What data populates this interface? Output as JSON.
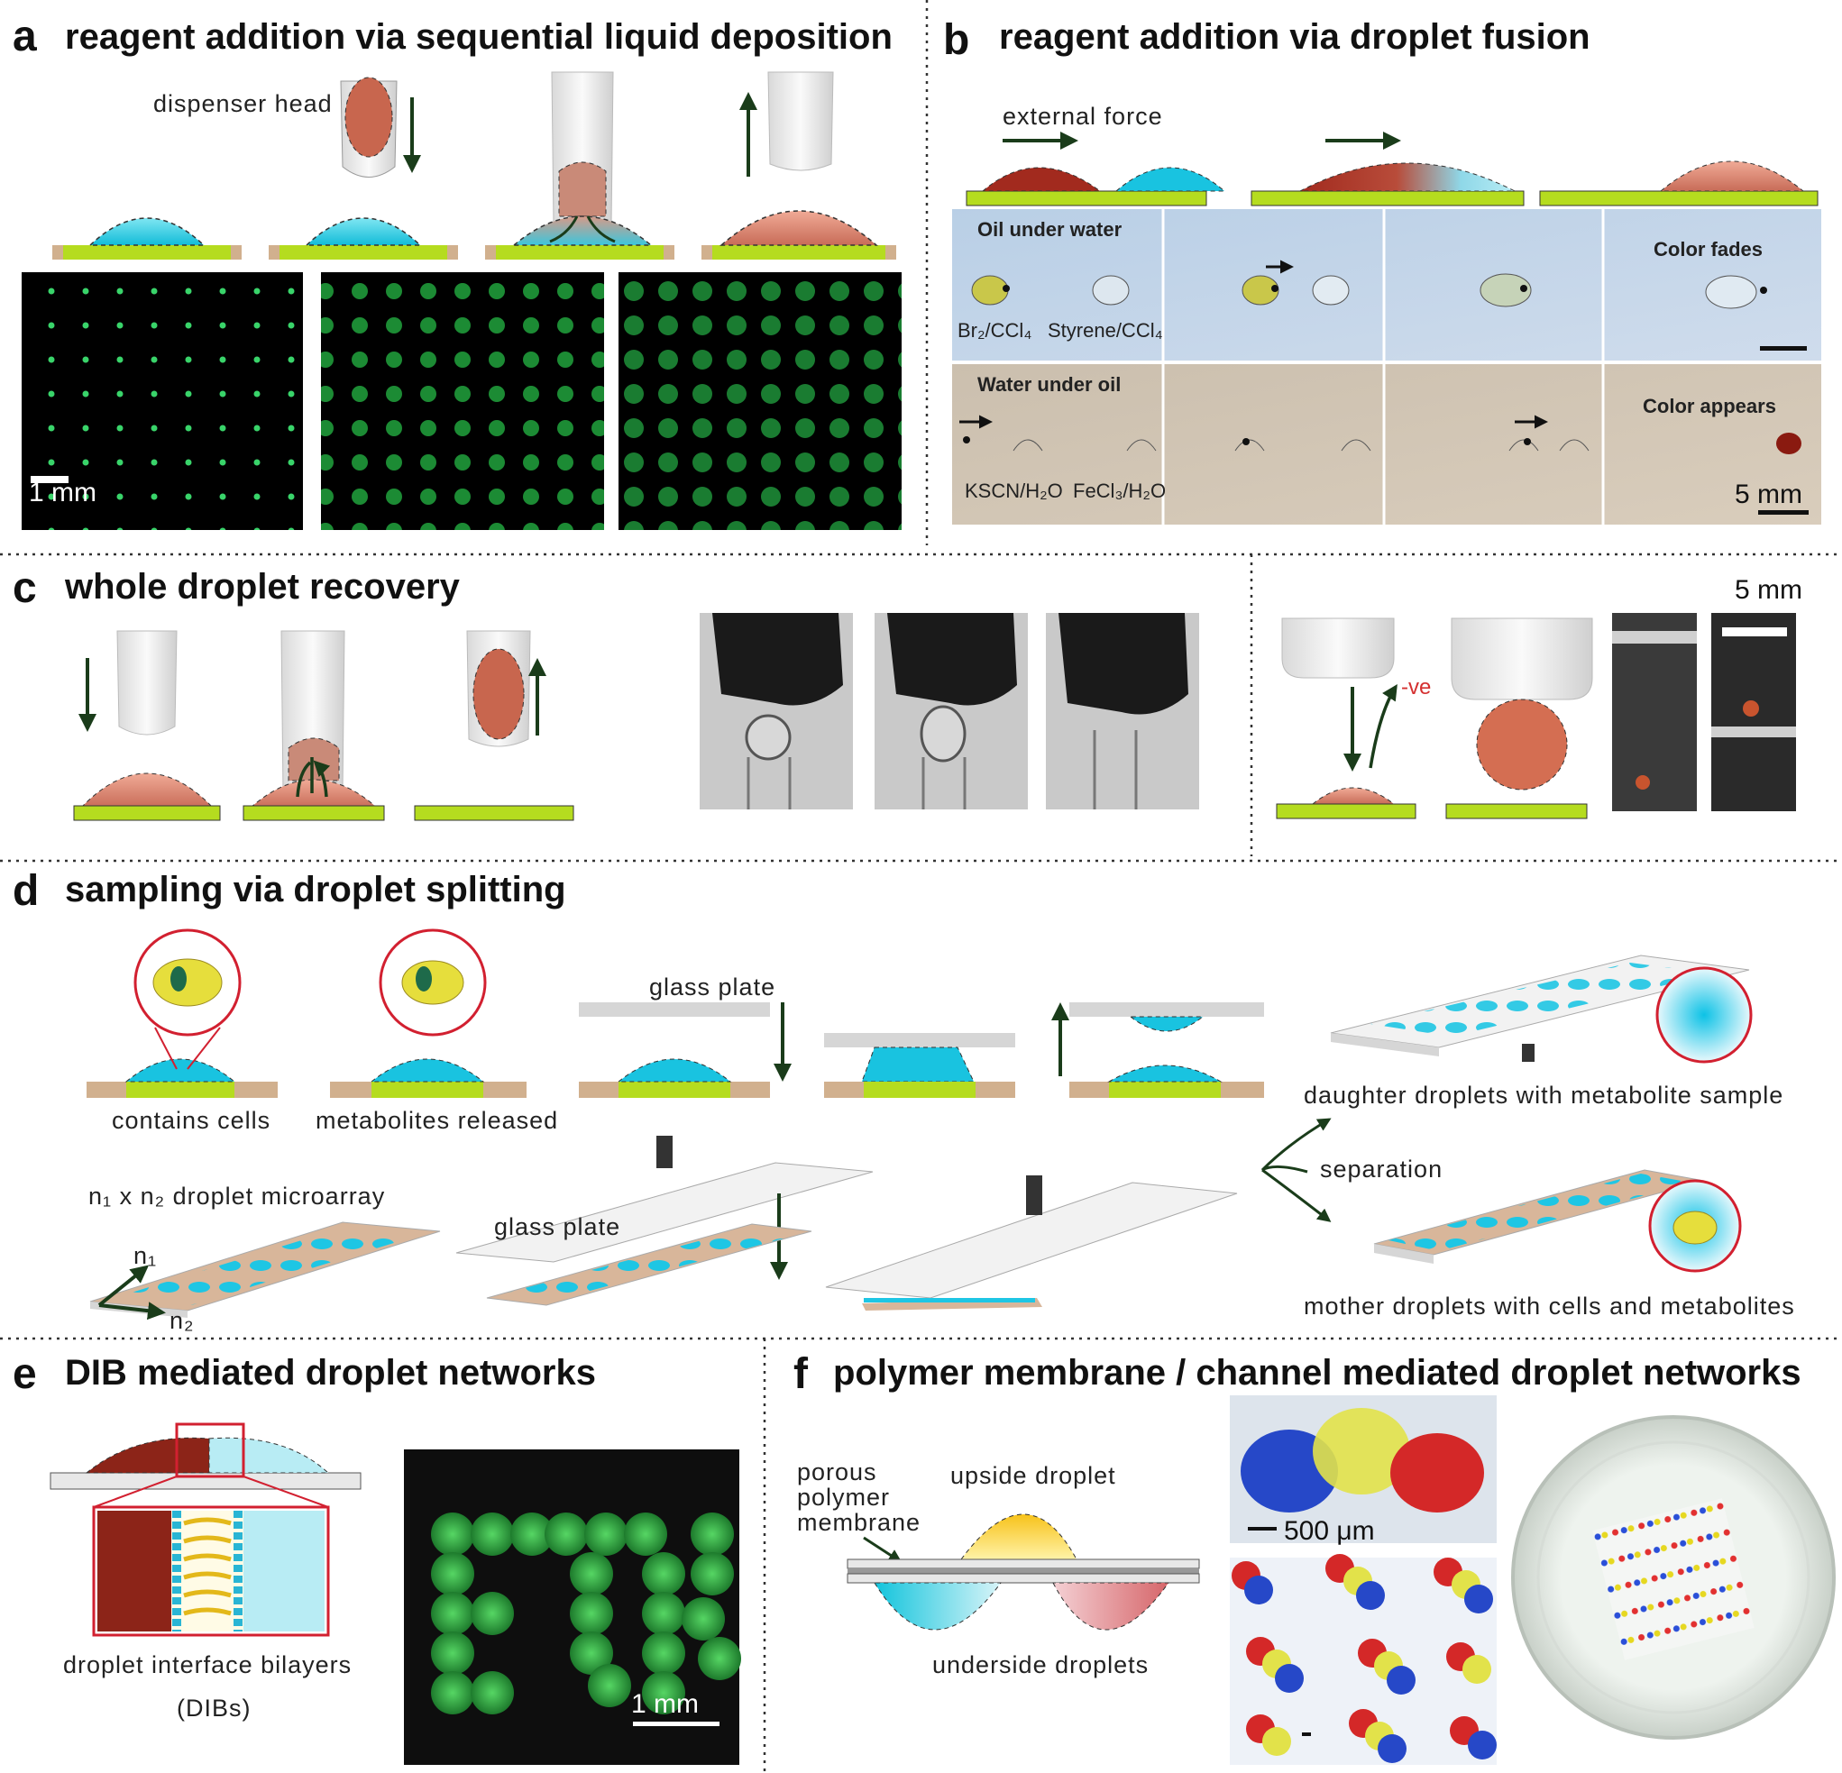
{
  "panels": {
    "a": {
      "letter": "a",
      "title": "reagent addition via sequential liquid deposition",
      "dispenser_label": "dispenser  head",
      "scale": "1 mm"
    },
    "b": {
      "letter": "b",
      "title": "reagent addition via droplet fusion",
      "force_label": "external  force",
      "oil_under_water": "Oil under water",
      "color_fades": "Color fades",
      "water_under_oil": "Water under oil",
      "color_appears": "Color appears",
      "br2_label": "Br₂/CCl₄",
      "styrene_label": "Styrene/CCl₄",
      "kscn_label": "KSCN/H₂O",
      "fecl3_label": "FeCl₃/H₂O",
      "scale": "5 mm"
    },
    "c": {
      "letter": "c",
      "title": "whole droplet recovery",
      "charge_label": "-ve",
      "scale": "5  mm"
    },
    "d": {
      "letter": "d",
      "title": "sampling via droplet splitting",
      "contains_cells": "contains  cells",
      "metabolites_released": "metabolites  released",
      "glass_plate": "glass  plate",
      "daughter": "daughter  droplets  with  metabolite  sample",
      "separation": "separation",
      "mother": "mother  droplets  with  cells  and  metabolites",
      "microarray": "n₁  x  n₂  droplet  microarray",
      "n1": "n₁",
      "n2": "n₂",
      "glass_plate_2": "glass  plate"
    },
    "e": {
      "letter": "e",
      "title": "DIB mediated droplet networks",
      "dib_label": "droplet  interface  bilayers",
      "dib_abbr": "(DIBs)",
      "scale": "1 mm"
    },
    "f": {
      "letter": "f",
      "title": "polymer membrane / channel mediated droplet networks",
      "porous_1": "porous",
      "porous_2": "polymer",
      "porous_3": "membrane",
      "upside": "upside  droplet",
      "underside": "underside  droplets",
      "scale": "500 μm"
    }
  },
  "colors": {
    "cyan": "#19c3e0",
    "red": "#a83224",
    "salmon": "#d9826c",
    "lime": "#b5dc1f",
    "tan": "#d1b08e",
    "green_dot": "#3ac86a"
  }
}
